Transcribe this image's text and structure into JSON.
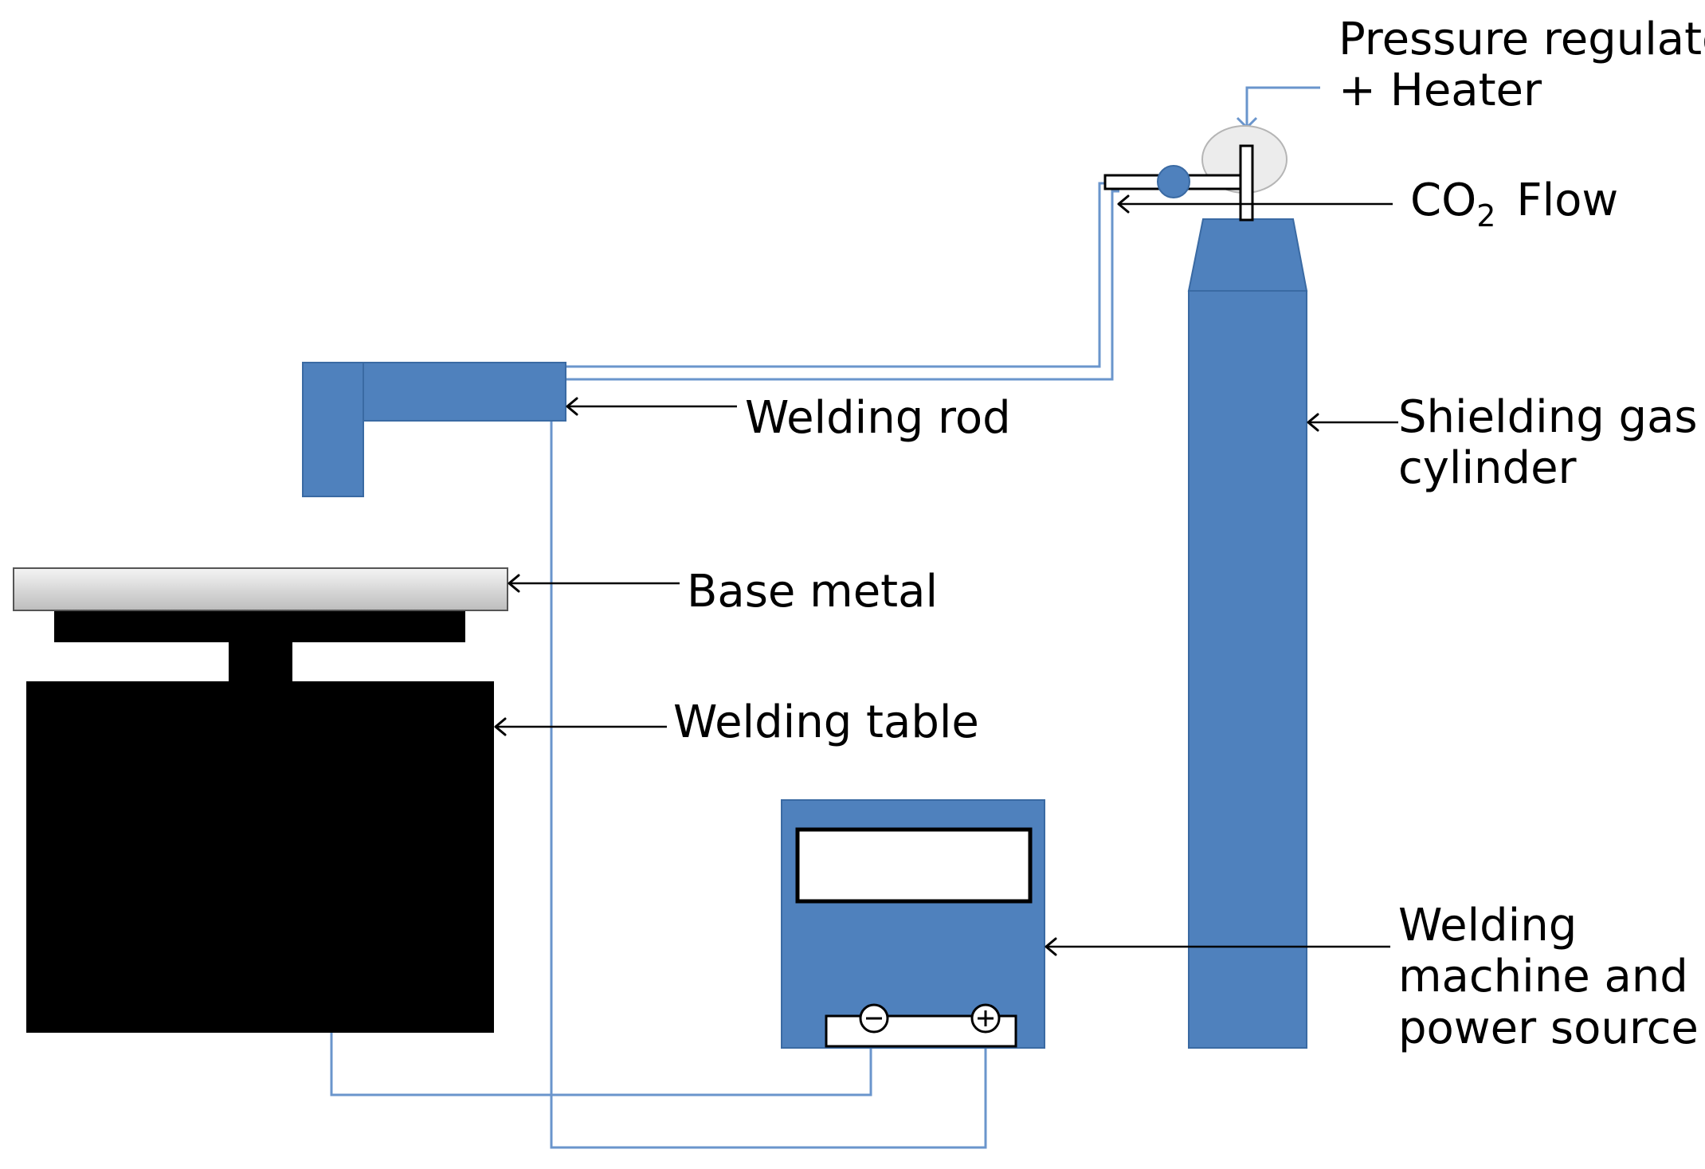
{
  "colors": {
    "equipment": "#4f81bd",
    "equipment_edge": "#3a6aa3",
    "wire": "#6a95cc",
    "table": "#000000",
    "base_metal_light": "#f4f4f4",
    "base_metal_dark": "#bdbdbd",
    "regulator_ellipse": "#ececec"
  },
  "labels": {
    "pressure_regulator_line1": "Pressure regulator",
    "pressure_regulator_line2": "+ Heater",
    "co2_flow_prefix": "CO",
    "co2_flow_subscript": "2",
    "co2_flow_suffix": "Flow",
    "welding_rod": "Welding rod",
    "shielding_gas_line1": "Shielding gas",
    "shielding_gas_line2": "cylinder",
    "base_metal": "Base metal",
    "welding_table": "Welding table",
    "welding_machine_line1": "Welding",
    "welding_machine_line2": "machine and",
    "welding_machine_line3": "power source"
  }
}
